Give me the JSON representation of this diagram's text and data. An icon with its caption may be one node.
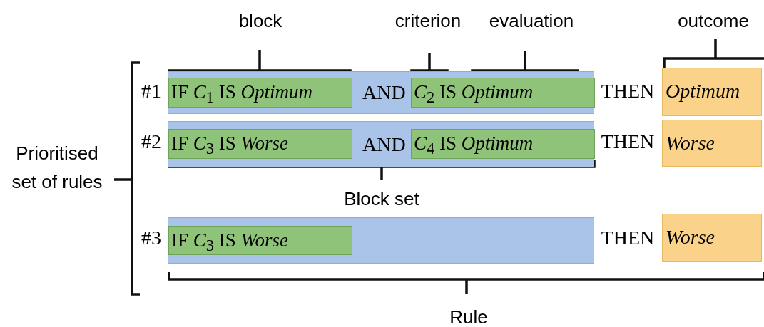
{
  "diagram": {
    "nodes": [
      {
        "text": [
          "AND"
        ]
      },
      {
        "text": [
          "IF *C*$_{1}$ IS *Optimum*"
        ],
        "in": 0
      },
      {
        "text": [
          "*C*$_{2}$ IS *Optimum*"
        ],
        "in": 0
      },
      {
        "text": [
          "*Optimum*"
        ]
      },
      {
        "text": [
          "AND"
        ]
      },
      {
        "text": [
          "IF *C*$_{3}$ IS *Worse*"
        ],
        "in": 4
      },
      {
        "text": [
          "*C*$_{4}$ IS *Optimum*"
        ],
        "in": 4
      },
      {
        "text": [
          "*Worse*"
        ]
      },
      {
        "text": [],
        "shape": "bar"
      },
      {
        "text": [
          "IF *C*$_{3}$ IS *Worse*"
        ],
        "in": 8
      },
      {
        "text": [
          "*Worse*"
        ]
      }
    ],
    "edges": [],
    "labels": [
      "block",
      "criterion",
      "evaluation",
      "outcome",
      "Prioritised set of rules",
      "#1",
      "THEN",
      "#2",
      "THEN",
      "Block set",
      "#3",
      "THEN",
      "Rule"
    ]
  }
}
